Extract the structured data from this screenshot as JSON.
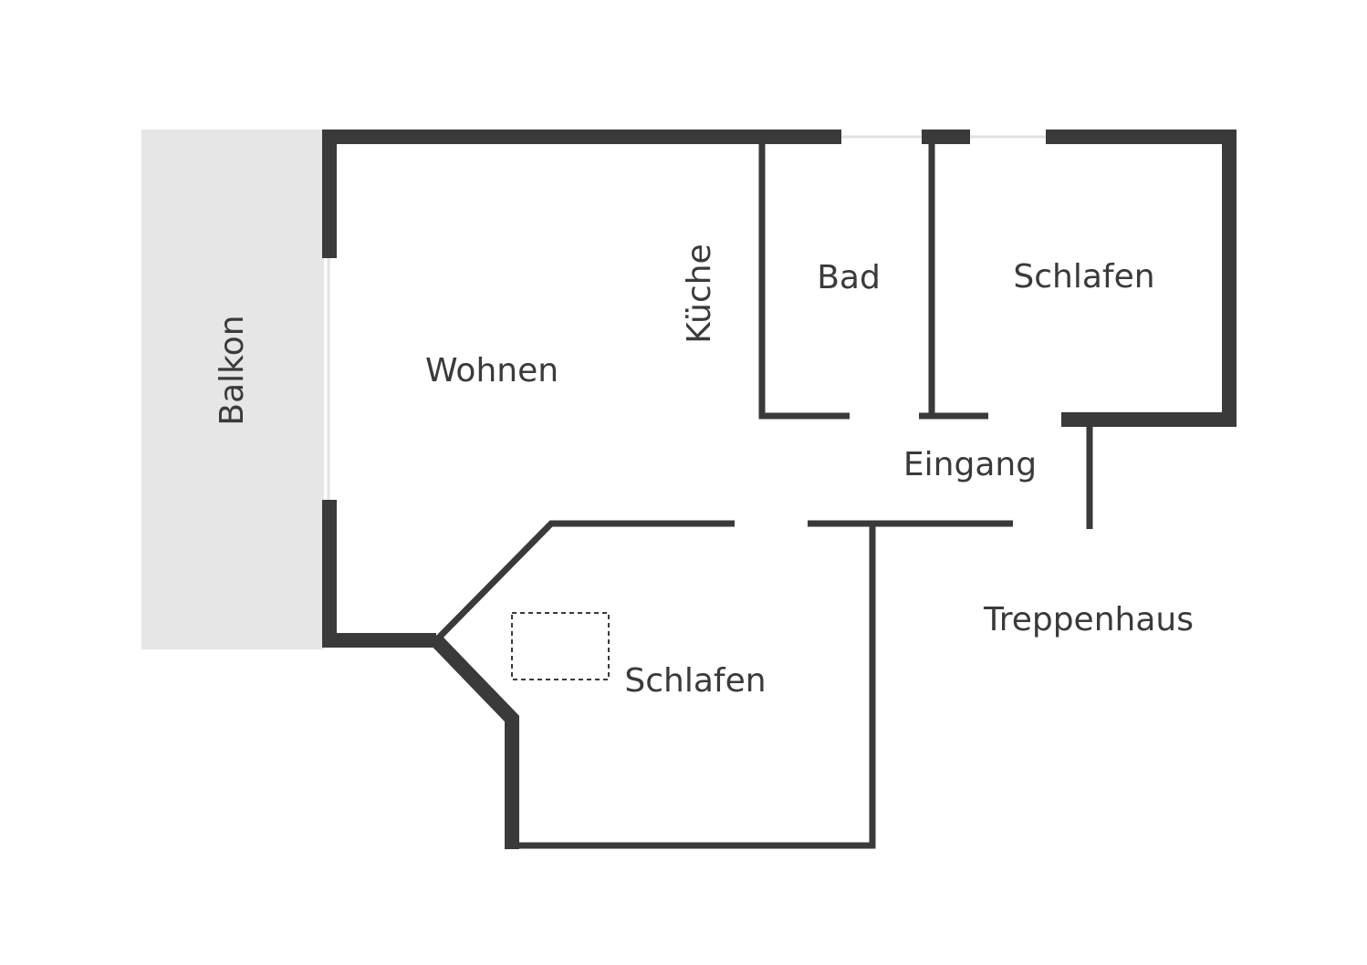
{
  "rooms": {
    "balkon": "Balkon",
    "wohnen": "Wohnen",
    "kueche": "Küche",
    "bad": "Bad",
    "schlafen_top": "Schlafen",
    "eingang": "Eingang",
    "schlafen_bottom": "Schlafen",
    "treppenhaus": "Treppenhaus"
  },
  "colors": {
    "wall": "#3a3a3a",
    "balcony": "#e6e6e6",
    "window": "#e2e2e2",
    "background": "#ffffff"
  }
}
